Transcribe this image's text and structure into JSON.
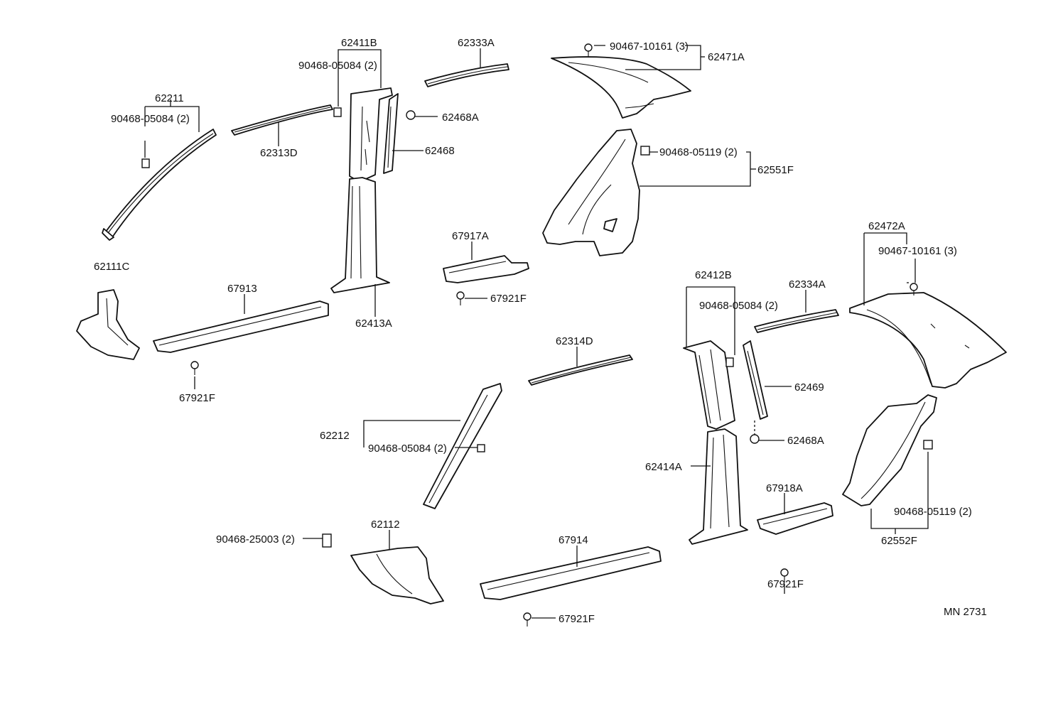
{
  "labels": {
    "p62411B": "62411B",
    "p90468_05084_a": "90468-05084 (2)",
    "p62333A": "62333A",
    "p90467_10161_a": "90467-10161 (3)",
    "p62471A": "62471A",
    "p62211": "62211",
    "p90468_05084_b": "90468-05084 (2)",
    "p62468A_a": "62468A",
    "p62313D": "62313D",
    "p62468": "62468",
    "p90468_05119_a": "90468-05119 (2)",
    "p62551F": "62551F",
    "p67917A": "67917A",
    "p62472A": "62472A",
    "p90467_10161_b": "90467-10161 (3)",
    "p62111C": "62111C",
    "p67913": "67913",
    "p67921F_a": "67921F",
    "p62412B": "62412B",
    "p62334A": "62334A",
    "p90468_05084_c": "90468-05084 (2)",
    "p62413A": "62413A",
    "p62314D": "62314D",
    "p67921F_b": "67921F",
    "p62469": "62469",
    "p62212": "62212",
    "p90468_05084_d": "90468-05084 (2)",
    "p62468A_b": "62468A",
    "p62414A": "62414A",
    "p67918A": "67918A",
    "p62112": "62112",
    "p90468_25003": "90468-25003 (2)",
    "p67914": "67914",
    "p90468_05119_b": "90468-05119 (2)",
    "p62552F": "62552F",
    "p67921F_c": "67921F",
    "p67921F_d": "67921F",
    "diagram_code": "MN 2731"
  }
}
